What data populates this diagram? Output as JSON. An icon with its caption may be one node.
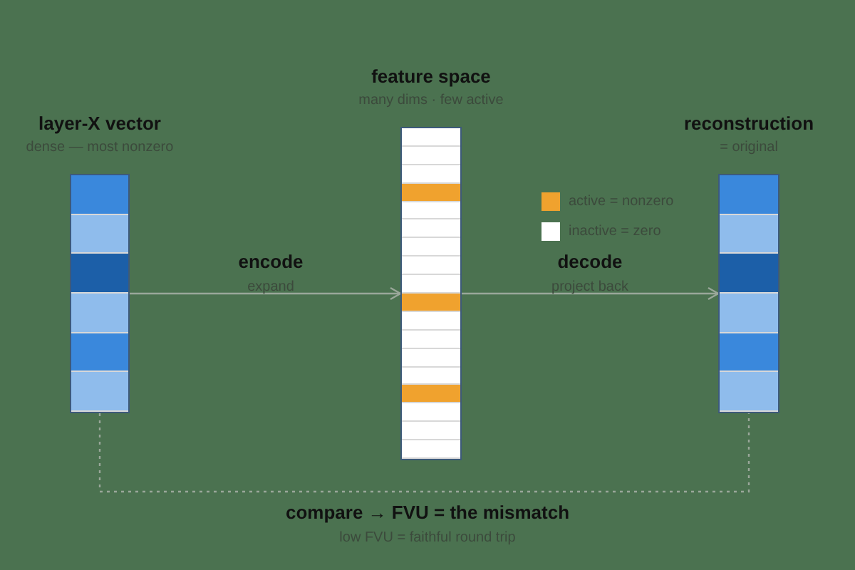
{
  "diagram": {
    "nodes": [
      {
        "text": [
          "layer-X vector",
          "dense — most nonzero"
        ]
      },
      {
        "text": [
          "feature space",
          "many dims · few active"
        ]
      },
      {
        "text": [
          "reconstruction",
          "= original"
        ]
      }
    ],
    "edges": [
      {
        "from": 0,
        "to": 1,
        "arrow": "to",
        "label": "encode"
      },
      {
        "from": 1,
        "to": 2,
        "arrow": "to",
        "label": "decode"
      },
      {
        "from": 0,
        "to": 2,
        "arrow": "none",
        "style": "dashed",
        "label": "compare → FVU = the mismatch"
      }
    ],
    "labels": [
      "expand",
      "project back",
      "low FVU = faithful round trip"
    ],
    "legend": [
      {
        "text": "active = nonzero",
        "color": "#f0a22e"
      },
      {
        "text": "inactive = zero",
        "color": "#ffffff"
      }
    ]
  }
}
